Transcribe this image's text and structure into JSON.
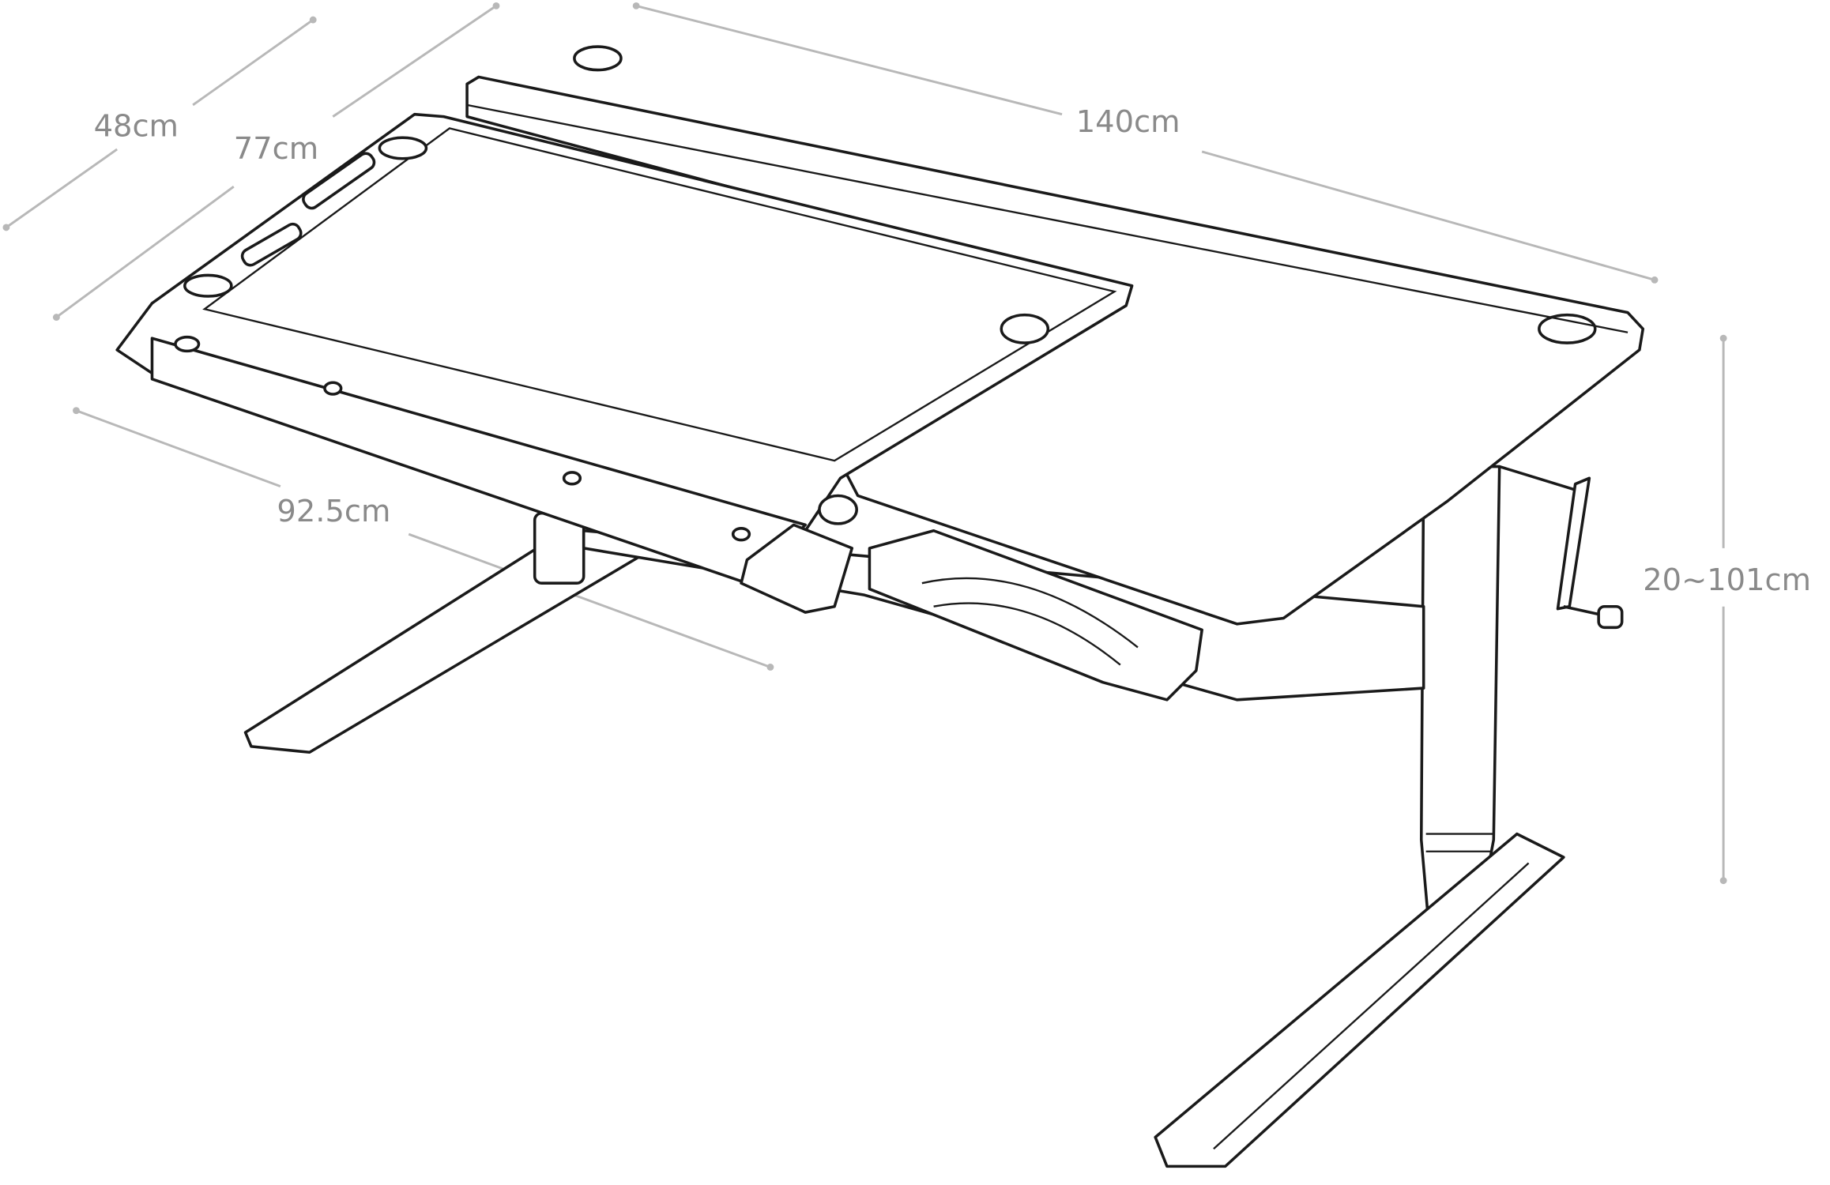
{
  "title": "Desk dimension diagram",
  "dimensions": {
    "shelf_depth": "48cm",
    "total_depth": "77cm",
    "width": "140cm",
    "tilt_board_width": "92.5cm",
    "height_range": "20~101cm"
  }
}
